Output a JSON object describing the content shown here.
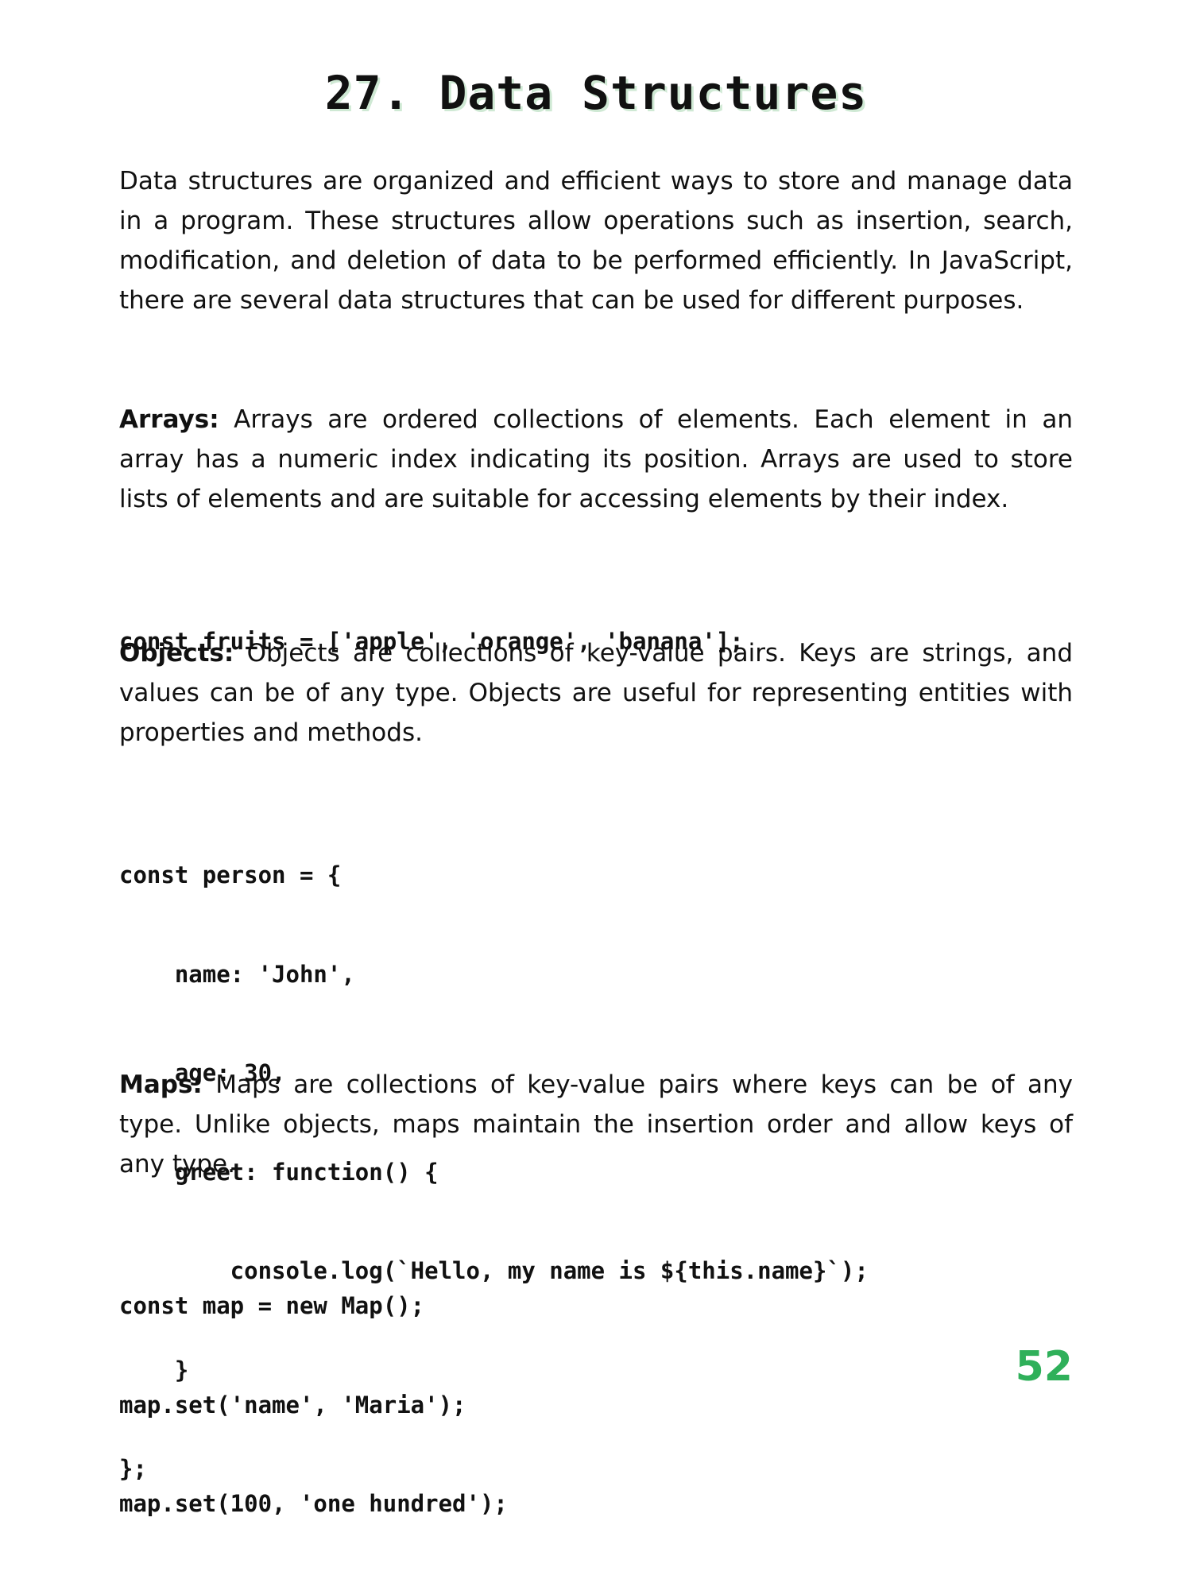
{
  "heading": "27. Data Structures",
  "intro": "Data structures are organized and efficient ways to store and manage data in a program. These structures allow operations such as insertion, search, modification, and deletion of data to be performed efficiently. In JavaScript, there are several data structures that can be used for different purposes.",
  "sections": [
    {
      "term": "Arrays:",
      "text": "Arrays are ordered collections of elements. Each element in an array has a numeric index indicating its position. Arrays are used to store lists of elements and are suitable for accessing elements by their index.",
      "code": [
        "const fruits = ['apple', 'orange', 'banana'];"
      ]
    },
    {
      "term": "Objects:",
      "text": "Objects are collections of key-value pairs. Keys are strings, and values can be of any type. Objects are useful for representing entities with properties and methods.",
      "code": [
        "const person = {",
        "    name: 'John',",
        "    age: 30,",
        "    greet: function() {",
        "        console.log(`Hello, my name is ${this.name}`);",
        "    }",
        "};"
      ]
    },
    {
      "term": "Maps:",
      "text": "Maps are collections of key-value pairs where keys can be of any type. Unlike objects, maps maintain the insertion order and allow keys of any type.",
      "code": [
        "const map = new Map();",
        "map.set('name', 'Maria');",
        "map.set(100, 'one hundred');"
      ]
    }
  ],
  "page_number": "52",
  "colors": {
    "text": "#111111",
    "accent_green": "#2fb05a",
    "title_shadow": "#cfe9d4"
  }
}
